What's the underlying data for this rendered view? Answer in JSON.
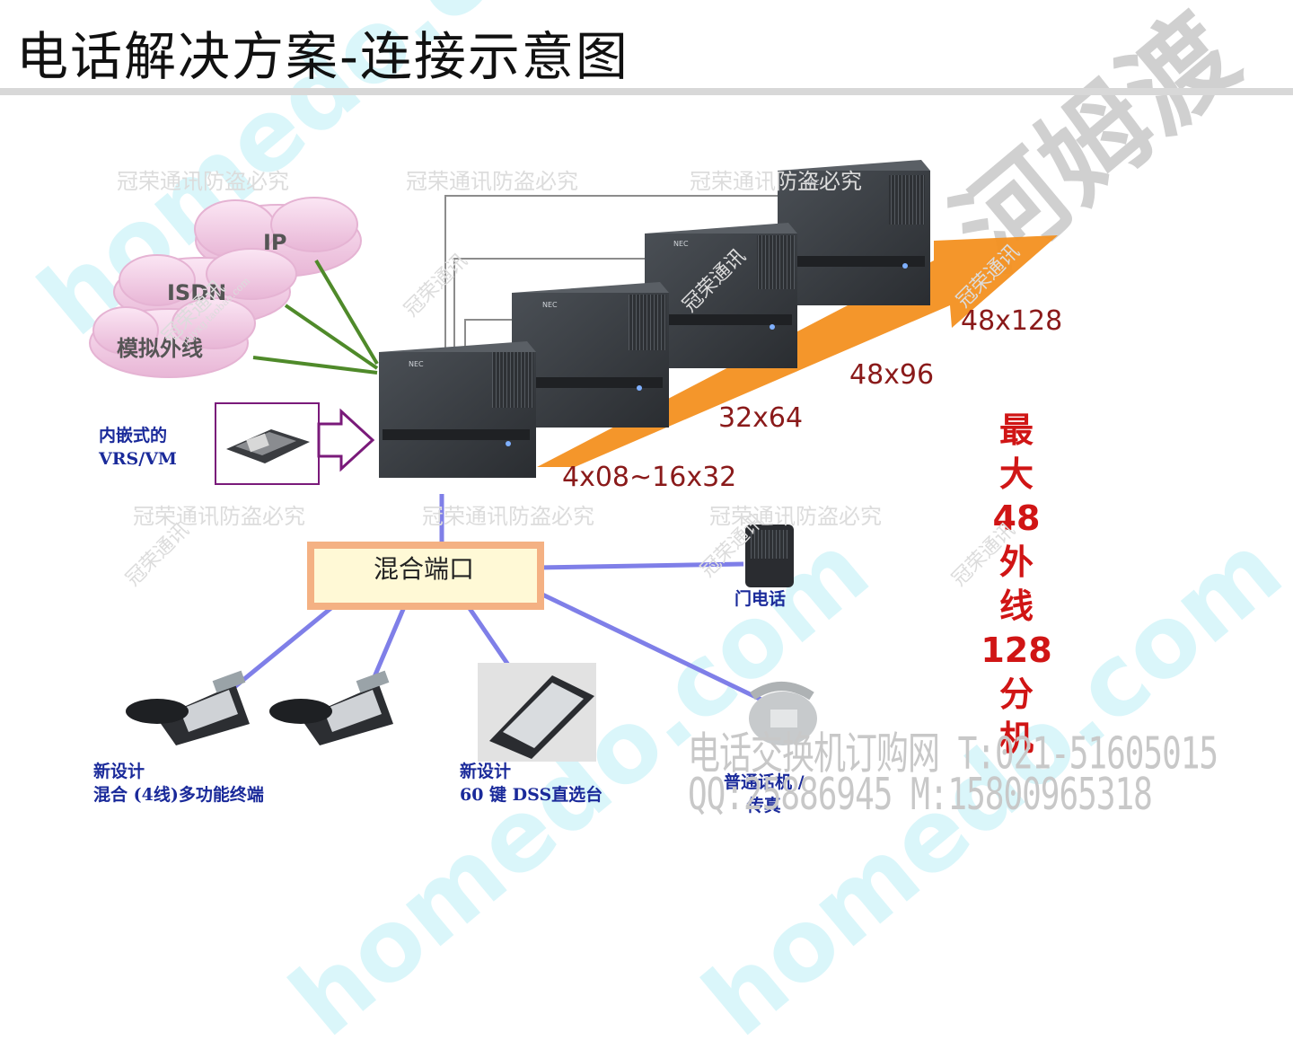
{
  "title": "电话解决方案-连接示意图",
  "clouds": [
    "IP",
    "ISDN",
    "模拟外线"
  ],
  "embedded_label": [
    "内嵌式的",
    "VRS/VM"
  ],
  "capacity_labels": [
    "4x08~16x32",
    "32x64",
    "48x96",
    "48x128"
  ],
  "device_brand": "NEC",
  "hybrid_port": "混合端口",
  "door_phone": "门电话",
  "terminal_label": [
    "新设计",
    "混合 (4线)多功能终端"
  ],
  "dss_label": [
    "新设计",
    "60 键 DSS直选台"
  ],
  "phone_fax_label": [
    "普通话机 /",
    "传真"
  ],
  "max_note": [
    "最",
    "大",
    "48",
    "外",
    "线",
    "128",
    "分",
    "机"
  ],
  "watermarks": {
    "repeat_text": "冠荣通讯防盗必究",
    "diag_text": "冠荣通讯",
    "diag_url": "jhjyxg.taobao.com",
    "contact_line1": "电话交换机订购网 T:021-51605015",
    "contact_line2": "QQ:25886945   M:15800965318",
    "brand": "homedo.com",
    "brand_cn": "河姆渡"
  },
  "colors": {
    "green_line": "#4f8a2a",
    "blue_line": "#7f7fe8",
    "orange": "#f39020",
    "purple": "#7a1a7a",
    "red_text": "#d01515",
    "dark_red_text": "#8a1a1a",
    "label_blue": "#1a2a9a",
    "hybrid_border": "#f4b183",
    "hybrid_fill": "#fff9d6"
  }
}
